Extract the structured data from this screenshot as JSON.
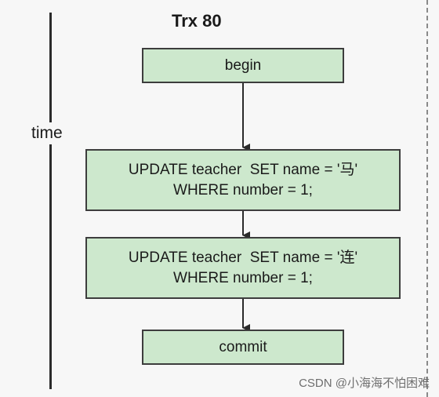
{
  "diagram": {
    "axis_label": "time",
    "transaction_title": "Trx 80",
    "steps": {
      "begin": "begin",
      "update1_line1": "UPDATE teacher  SET name = '马'",
      "update1_line2": "WHERE number = 1;",
      "update2_line1": "UPDATE teacher  SET name = '连'",
      "update2_line2": "WHERE number = 1;",
      "commit": "commit"
    },
    "colors": {
      "box_fill": "#cde8cd",
      "box_border": "#3d3d3d",
      "line": "#2b2b2b"
    }
  },
  "watermark": "CSDN @小海海不怕困难"
}
